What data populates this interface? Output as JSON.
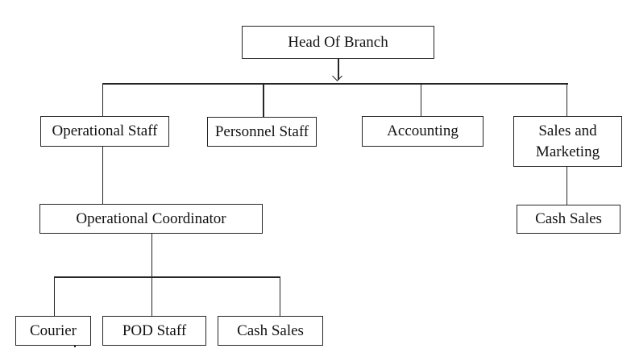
{
  "diagram": {
    "type": "org-chart",
    "background_color": "#ffffff",
    "line_color": "#262626",
    "text_color": "#121212",
    "nodes": {
      "head_of_branch": {
        "label": "Head Of Branch"
      },
      "operational_staff": {
        "label": "Operational Staff"
      },
      "personnel_staff": {
        "label": "Personnel Staff"
      },
      "accounting": {
        "label": "Accounting"
      },
      "sales_and_marketing": {
        "label": "Sales and Marketing"
      },
      "operational_coordinator": {
        "label": "Operational Coordinator"
      },
      "cash_sales_right": {
        "label": "Cash Sales"
      },
      "courier": {
        "label": "Courier"
      },
      "pod_staff": {
        "label": "POD Staff"
      },
      "cash_sales_bottom": {
        "label": "Cash Sales"
      }
    },
    "edges": [
      {
        "from": "head_of_branch",
        "to": "operational_staff",
        "arrow": true
      },
      {
        "from": "head_of_branch",
        "to": "personnel_staff",
        "arrow": true
      },
      {
        "from": "head_of_branch",
        "to": "accounting",
        "arrow": true
      },
      {
        "from": "head_of_branch",
        "to": "sales_and_marketing",
        "arrow": true
      },
      {
        "from": "operational_staff",
        "to": "operational_coordinator",
        "arrow": false
      },
      {
        "from": "sales_and_marketing",
        "to": "cash_sales_right",
        "arrow": false
      },
      {
        "from": "operational_coordinator",
        "to": "courier",
        "arrow": false
      },
      {
        "from": "operational_coordinator",
        "to": "pod_staff",
        "arrow": false
      },
      {
        "from": "operational_coordinator",
        "to": "cash_sales_bottom",
        "arrow": false
      }
    ],
    "artifacts": {
      "text_cursor_in_node": "courier"
    }
  }
}
